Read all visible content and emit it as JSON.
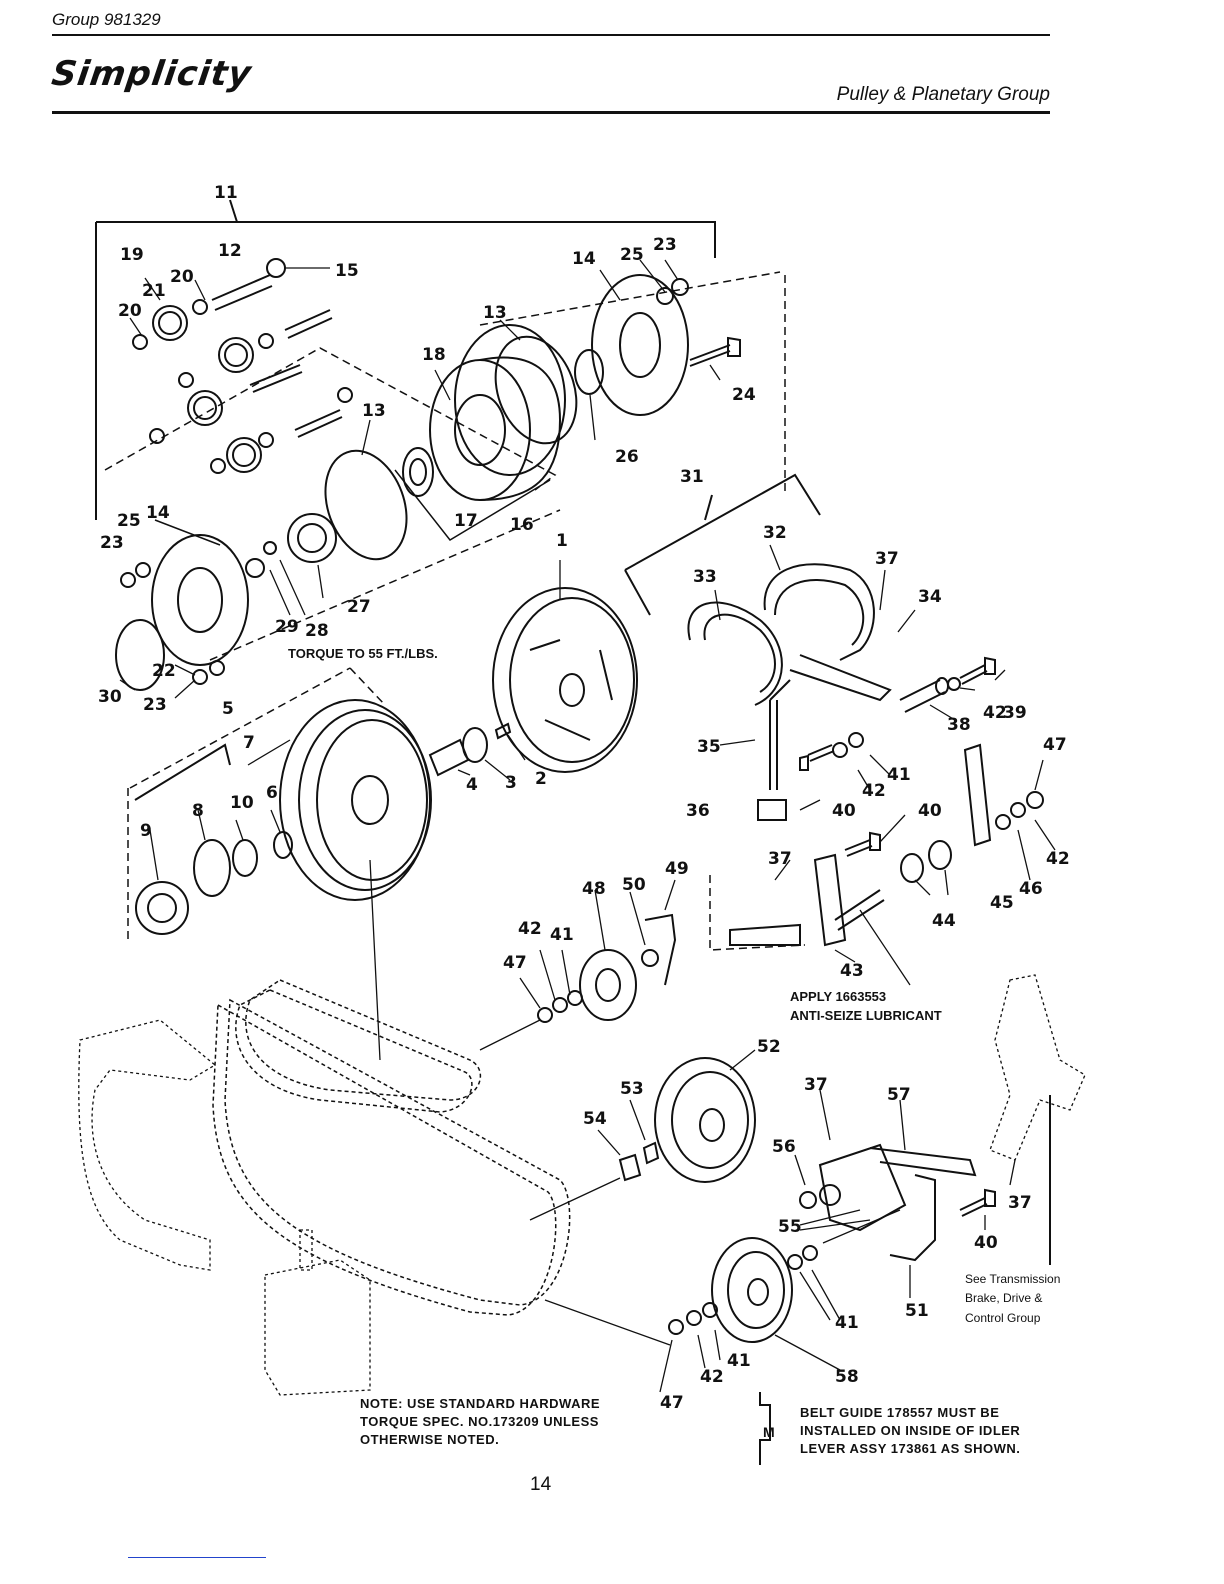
{
  "header": {
    "group": "Group 981329",
    "brand": "Simplicity",
    "section": "Pulley & Planetary Group"
  },
  "callouts": [
    {
      "id": "c-11",
      "text": "11"
    },
    {
      "id": "c-19",
      "text": "19"
    },
    {
      "id": "c-12",
      "text": "12"
    },
    {
      "id": "c-15",
      "text": "15"
    },
    {
      "id": "c-21",
      "text": "21"
    },
    {
      "id": "c-20a",
      "text": "20"
    },
    {
      "id": "c-20b",
      "text": "20"
    },
    {
      "id": "c-14a",
      "text": "14"
    },
    {
      "id": "c-25a",
      "text": "25"
    },
    {
      "id": "c-23a",
      "text": "23"
    },
    {
      "id": "c-13a",
      "text": "13"
    },
    {
      "id": "c-18",
      "text": "18"
    },
    {
      "id": "c-24",
      "text": "24"
    },
    {
      "id": "c-13b",
      "text": "13"
    },
    {
      "id": "c-26",
      "text": "26"
    },
    {
      "id": "c-31",
      "text": "31"
    },
    {
      "id": "c-17",
      "text": "17"
    },
    {
      "id": "c-16",
      "text": "16"
    },
    {
      "id": "c-25b",
      "text": "25"
    },
    {
      "id": "c-14b",
      "text": "14"
    },
    {
      "id": "c-23b",
      "text": "23"
    },
    {
      "id": "c-1",
      "text": "1"
    },
    {
      "id": "c-32",
      "text": "32"
    },
    {
      "id": "c-37a",
      "text": "37"
    },
    {
      "id": "c-33",
      "text": "33"
    },
    {
      "id": "c-34",
      "text": "34"
    },
    {
      "id": "c-27",
      "text": "27"
    },
    {
      "id": "c-29",
      "text": "29"
    },
    {
      "id": "c-28",
      "text": "28"
    },
    {
      "id": "c-22",
      "text": "22"
    },
    {
      "id": "c-30",
      "text": "30"
    },
    {
      "id": "c-23c",
      "text": "23"
    },
    {
      "id": "c-5",
      "text": "5"
    },
    {
      "id": "c-7",
      "text": "7"
    },
    {
      "id": "c-35",
      "text": "35"
    },
    {
      "id": "c-39",
      "text": "39"
    },
    {
      "id": "c-42a",
      "text": "42"
    },
    {
      "id": "c-47a",
      "text": "47"
    },
    {
      "id": "c-38",
      "text": "38"
    },
    {
      "id": "c-2",
      "text": "2"
    },
    {
      "id": "c-41a",
      "text": "41"
    },
    {
      "id": "c-4",
      "text": "4"
    },
    {
      "id": "c-3",
      "text": "3"
    },
    {
      "id": "c-42b",
      "text": "42"
    },
    {
      "id": "c-40a",
      "text": "40"
    },
    {
      "id": "c-36",
      "text": "36"
    },
    {
      "id": "c-9",
      "text": "9"
    },
    {
      "id": "c-8",
      "text": "8"
    },
    {
      "id": "c-10",
      "text": "10"
    },
    {
      "id": "c-6",
      "text": "6"
    },
    {
      "id": "c-40b",
      "text": "40"
    },
    {
      "id": "c-42c",
      "text": "42"
    },
    {
      "id": "c-37b",
      "text": "37"
    },
    {
      "id": "c-49",
      "text": "49"
    },
    {
      "id": "c-48",
      "text": "48"
    },
    {
      "id": "c-50",
      "text": "50"
    },
    {
      "id": "c-45",
      "text": "45"
    },
    {
      "id": "c-46",
      "text": "46"
    },
    {
      "id": "c-44",
      "text": "44"
    },
    {
      "id": "c-42d",
      "text": "42"
    },
    {
      "id": "c-41b",
      "text": "41"
    },
    {
      "id": "c-47b",
      "text": "47"
    },
    {
      "id": "c-43",
      "text": "43"
    },
    {
      "id": "c-52",
      "text": "52"
    },
    {
      "id": "c-37c",
      "text": "37"
    },
    {
      "id": "c-57",
      "text": "57"
    },
    {
      "id": "c-53",
      "text": "53"
    },
    {
      "id": "c-54",
      "text": "54"
    },
    {
      "id": "c-56",
      "text": "56"
    },
    {
      "id": "c-37d",
      "text": "37"
    },
    {
      "id": "c-55",
      "text": "55"
    },
    {
      "id": "c-40c",
      "text": "40"
    },
    {
      "id": "c-51",
      "text": "51"
    },
    {
      "id": "c-41c",
      "text": "41"
    },
    {
      "id": "c-41d",
      "text": "41"
    },
    {
      "id": "c-42e",
      "text": "42"
    },
    {
      "id": "c-58",
      "text": "58"
    },
    {
      "id": "c-47c",
      "text": "47"
    }
  ],
  "annotations": {
    "torque": "TORQUE TO 55 FT./LBS.",
    "lube_1": "APPLY 1663553",
    "lube_2": "ANTI-SEIZE LUBRICANT",
    "see_1": "See Transmission",
    "see_2": "Brake, Drive &",
    "see_3": "Control Group",
    "note_1": "NOTE: USE STANDARD HARDWARE",
    "note_2": "TORQUE SPEC. NO.173209  UNLESS",
    "note_3": "OTHERWISE NOTED.",
    "belt_1": "BELT GUIDE 178557 MUST BE",
    "belt_2": "INSTALLED ON INSIDE OF IDLER",
    "belt_3": "LEVER ASSY 173861 AS SHOWN.",
    "m_mark": "M"
  },
  "page_number": "14"
}
